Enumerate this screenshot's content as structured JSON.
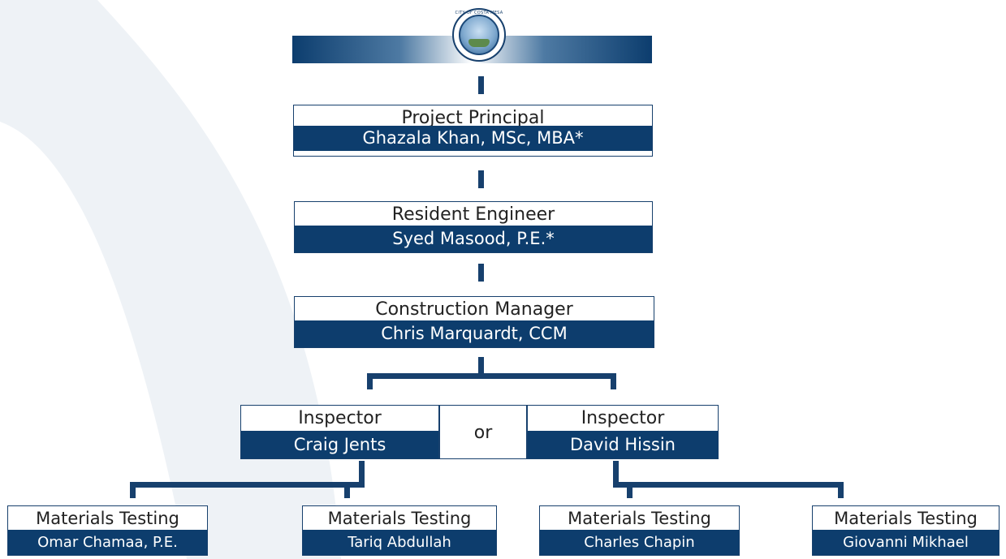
{
  "org_chart": {
    "principal": {
      "role": "Project Principal",
      "name": "Ghazala Khan, MSc, MBA*"
    },
    "resident_engineer": {
      "role": "Resident Engineer",
      "name": "Syed Masood, P.E.*"
    },
    "construction_manager": {
      "role": "Construction Manager",
      "name": "Chris Marquardt, CCM"
    },
    "inspectors": [
      {
        "role": "Inspector",
        "name": "Craig Jents"
      },
      {
        "role": "Inspector",
        "name": "David Hissin"
      }
    ],
    "connector_word": "or",
    "materials_testing": [
      {
        "role": "Materials Testing",
        "name": "Omar Chamaa, P.E."
      },
      {
        "role": "Materials Testing",
        "name": "Tariq Abdullah"
      },
      {
        "role": "Materials Testing",
        "name": "Charles Chapin"
      },
      {
        "role": "Materials Testing",
        "name": "Giovanni Mikhael"
      }
    ]
  },
  "seal": {
    "text": "CITY OF COSTA MESA"
  },
  "colors": {
    "navy": "#0d3d6d",
    "line": "#17406d",
    "background_arc": "#eef2f6"
  }
}
